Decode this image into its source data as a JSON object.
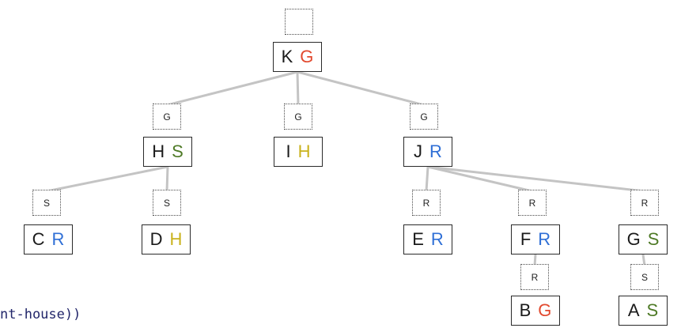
{
  "colors": {
    "R": "#2f6fd6",
    "G": "#e2492e",
    "S": "#4e7a26",
    "H": "#c9b21c",
    "edge": "#c4c4c4"
  },
  "tree": {
    "nodes": [
      {
        "id": "K",
        "name": "K",
        "color": "G",
        "tag": ""
      },
      {
        "id": "H",
        "name": "H",
        "color": "S",
        "tag": "G"
      },
      {
        "id": "I",
        "name": "I",
        "color": "H",
        "tag": "G"
      },
      {
        "id": "J",
        "name": "J",
        "color": "R",
        "tag": "G"
      },
      {
        "id": "C",
        "name": "C",
        "color": "R",
        "tag": "S"
      },
      {
        "id": "D",
        "name": "D",
        "color": "H",
        "tag": "S"
      },
      {
        "id": "E",
        "name": "E",
        "color": "R",
        "tag": "R"
      },
      {
        "id": "F",
        "name": "F",
        "color": "R",
        "tag": "R"
      },
      {
        "id": "G",
        "name": "G",
        "color": "S",
        "tag": "R"
      },
      {
        "id": "B",
        "name": "B",
        "color": "G",
        "tag": "R"
      },
      {
        "id": "A",
        "name": "A",
        "color": "S",
        "tag": "S"
      }
    ],
    "edges": [
      [
        "K",
        "H"
      ],
      [
        "K",
        "I"
      ],
      [
        "K",
        "J"
      ],
      [
        "H",
        "C"
      ],
      [
        "H",
        "D"
      ],
      [
        "J",
        "E"
      ],
      [
        "J",
        "F"
      ],
      [
        "J",
        "G"
      ],
      [
        "F",
        "B"
      ],
      [
        "G",
        "A"
      ]
    ]
  },
  "code_fragment": "nt-house))"
}
